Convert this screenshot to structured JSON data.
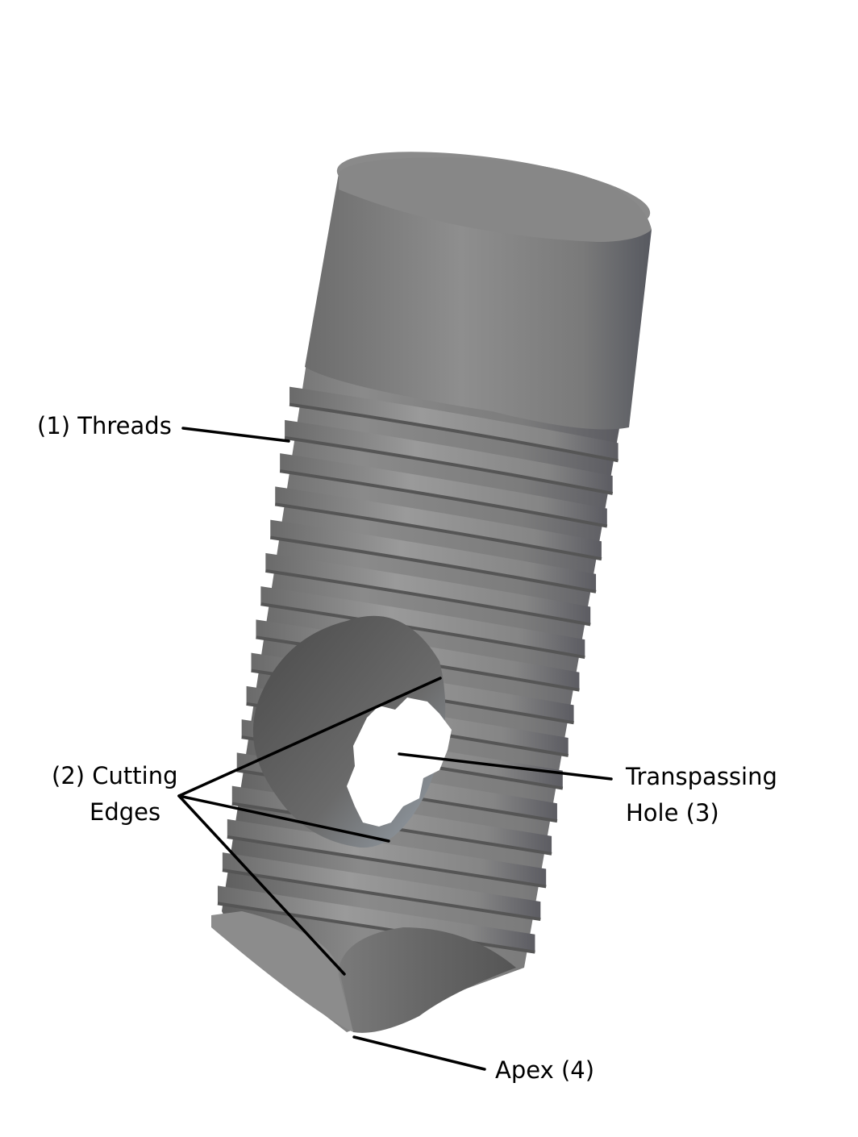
{
  "labels": {
    "threads": "(1) Threads",
    "cutting_edges_line1": "(2) Cutting",
    "cutting_edges_line2": "Edges",
    "transpassing_hole_line1": "Transpassing",
    "transpassing_hole_line2": "Hole (3)",
    "apex": "Apex (4)"
  },
  "colors": {
    "background": "#ffffff",
    "implant_body": "#858585",
    "implant_shadow": "#5a5a5a",
    "implant_highlight": "#9b9b9b",
    "leader_line": "#000000"
  },
  "thread_count": 16
}
